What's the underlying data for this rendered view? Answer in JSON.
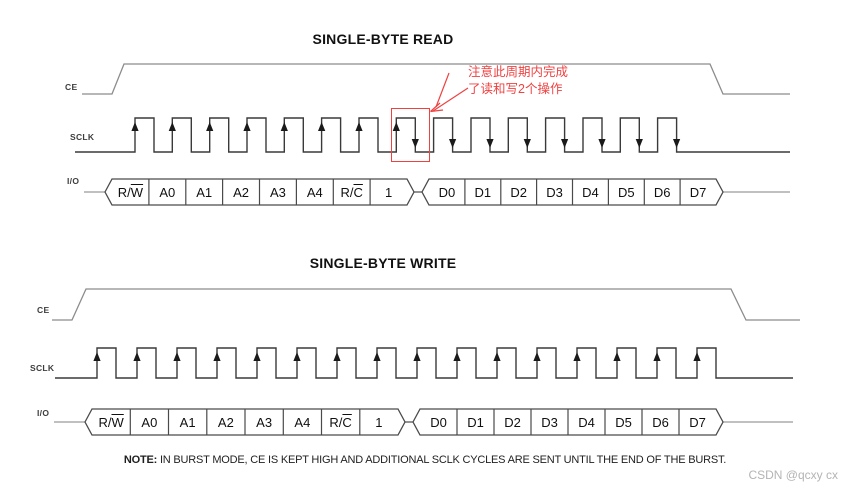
{
  "colors": {
    "clock_line": "#3a3a3a",
    "ce_line": "#8c8c8c",
    "box_line": "#4a4a4a",
    "lead_line": "#9a9a9a",
    "arrow": "#1a1a1a",
    "red": "#f04141",
    "watermark": "#b4b4b6"
  },
  "sections": [
    {
      "id": "read",
      "title": "SINGLE-BYTE READ",
      "ce_label": "CE",
      "sclk_label": "SCLK",
      "io_label": "I/O",
      "sclk": {
        "pulse_count": 15,
        "up_arrow_pulses": [
          1,
          2,
          3,
          4,
          5,
          6,
          7,
          8
        ],
        "down_arrow_pulses": [
          8,
          9,
          10,
          11,
          12,
          13,
          14,
          15
        ]
      },
      "io_command_cells": [
        {
          "text": "R/",
          "overline": "W"
        },
        {
          "text": "A0"
        },
        {
          "text": "A1"
        },
        {
          "text": "A2"
        },
        {
          "text": "A3"
        },
        {
          "text": "A4"
        },
        {
          "text": "R/",
          "overline": "C"
        },
        {
          "text": "1"
        }
      ],
      "io_data_cells": [
        {
          "text": "D0"
        },
        {
          "text": "D1"
        },
        {
          "text": "D2"
        },
        {
          "text": "D3"
        },
        {
          "text": "D4"
        },
        {
          "text": "D5"
        },
        {
          "text": "D6"
        },
        {
          "text": "D7"
        }
      ]
    },
    {
      "id": "write",
      "title": "SINGLE-BYTE WRITE",
      "ce_label": "CE",
      "sclk_label": "SCLK",
      "io_label": "I/O",
      "sclk": {
        "pulse_count": 16,
        "up_arrow_pulses": [
          1,
          2,
          3,
          4,
          5,
          6,
          7,
          8,
          9,
          10,
          11,
          12,
          13,
          14,
          15,
          16
        ],
        "down_arrow_pulses": []
      },
      "io_command_cells": [
        {
          "text": "R/",
          "overline": "W"
        },
        {
          "text": "A0"
        },
        {
          "text": "A1"
        },
        {
          "text": "A2"
        },
        {
          "text": "A3"
        },
        {
          "text": "A4"
        },
        {
          "text": "R/",
          "overline": "C"
        },
        {
          "text": "1"
        }
      ],
      "io_data_cells": [
        {
          "text": "D0"
        },
        {
          "text": "D1"
        },
        {
          "text": "D2"
        },
        {
          "text": "D3"
        },
        {
          "text": "D4"
        },
        {
          "text": "D5"
        },
        {
          "text": "D6"
        },
        {
          "text": "D7"
        }
      ]
    }
  ],
  "annotation": {
    "line1": "注意此周期内完成",
    "line2": "了读和写2个操作",
    "highlight_pulse": 8
  },
  "note": {
    "label": "NOTE:",
    "text": " IN BURST MODE, CE IS KEPT HIGH AND ADDITIONAL SCLK CYCLES ARE SENT UNTIL THE END OF THE BURST."
  },
  "watermark": "CSDN @qcxy cx"
}
